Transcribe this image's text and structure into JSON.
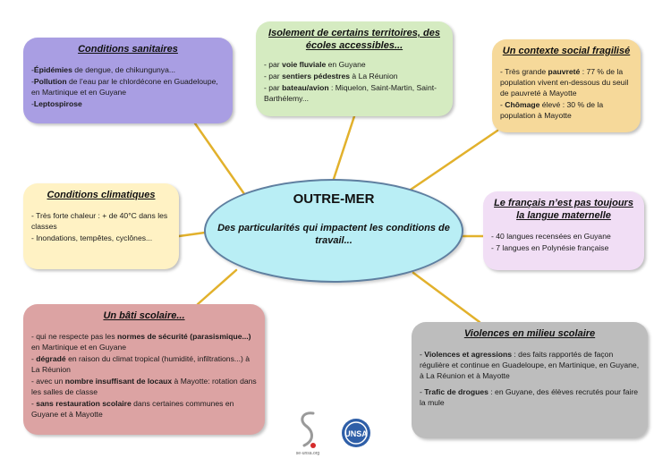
{
  "center": {
    "title": "OUTRE-MER",
    "subtitle": "Des particularités qui impactent les conditions de travail..."
  },
  "boxes": {
    "sanitaires": {
      "title": "Conditions sanitaires",
      "items": [
        {
          "bold": "Épidémies",
          "text": " de dengue, de chikungunya..."
        },
        {
          "bold": "Pollution",
          "text": " de l’eau par le chlordécone en Guadeloupe, en Martinique et en Guyane"
        },
        {
          "bold": "Leptospirose",
          "text": ""
        }
      ]
    },
    "isolement": {
      "title": "Isolement de certains territoires, des écoles accessibles...",
      "items": [
        {
          "pre": "- par ",
          "bold": "voie fluviale",
          "text": " en Guyane"
        },
        {
          "pre": "- par ",
          "bold": "sentiers pédestres",
          "text": " à La Réunion"
        },
        {
          "pre": "- par ",
          "bold": "bateau/avion",
          "text": " : Miquelon, Saint-Martin, Saint-Barthélemy..."
        }
      ]
    },
    "social": {
      "title": "Un contexte social fragilisé",
      "items": [
        {
          "pre": "- Très grande ",
          "bold": "pauvreté",
          "text": " : 77 % de la population vivent en-dessous du seuil de pauvreté à Mayotte"
        },
        {
          "pre": "- ",
          "bold": "Chômage",
          "text": " élevé :  30 % de la population à Mayotte"
        }
      ]
    },
    "climatiques": {
      "title": "Conditions climatiques",
      "items": [
        {
          "text": "- Très forte chaleur : + de 40°C dans les classes"
        },
        {
          "text": "- Inondations, tempêtes, cyclônes..."
        }
      ]
    },
    "langue": {
      "title": "Le français n’est pas toujours la langue maternelle",
      "items": [
        {
          "text": "- 40 langues recensées en Guyane"
        },
        {
          "text": "- 7 langues en Polynésie française"
        }
      ]
    },
    "bati": {
      "title": "Un bâti scolaire...",
      "items": [
        {
          "pre": "- qui ne respecte pas les ",
          "bold": "normes de sécurité (parasismique...)",
          "text": " en Martinique et en Guyane"
        },
        {
          "pre": "- ",
          "bold": "dégradé",
          "text": " en raison du climat tropical (humidité, infiltrations...) à La Réunion"
        },
        {
          "pre": "- avec un ",
          "bold": "nombre insuffisant de locaux",
          "text": " à Mayotte: rotation dans les salles de classe"
        },
        {
          "pre": "- ",
          "bold": "sans restauration scolaire",
          "text": " dans certaines communes en Guyane et à Mayotte"
        }
      ]
    },
    "violences": {
      "title": "Violences en milieu scolaire",
      "items": [
        {
          "pre": "- ",
          "bold": "Violences et agressions",
          "text": " : des faits rapportés de façon régulière et continue en Guadeloupe, en Martinique, en Guyane, à La Réunion et à Mayotte"
        },
        {
          "pre": "- ",
          "bold": "Trafic de drogues",
          "text": " :  en Guyane, des élèves recrutés pour faire la mule"
        }
      ]
    }
  },
  "logos": {
    "snes_text": "se-unsa.org",
    "unsa_text": "UNSA"
  },
  "colors": {
    "connector": "#e2b12c",
    "center_fill": "#b9eef5",
    "center_border": "#5f7fa0"
  }
}
